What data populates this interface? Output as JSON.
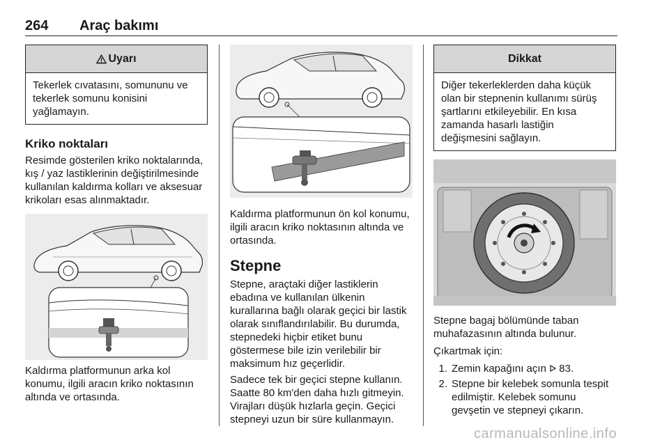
{
  "header": {
    "page_number": "264",
    "chapter": "Araç bakımı"
  },
  "warning": {
    "title": "Uyarı",
    "icon": "warning-triangle-icon",
    "text": "Tekerlek cıvatasını, somununu ve tekerlek somunu konisini yağlamayın."
  },
  "jack": {
    "heading": "Kriko noktaları",
    "intro": "Resimde gösterilen kriko noktalarında, kış / yaz lastiklerinin değiştirilmesinde kullanılan kaldırma kolları ve aksesuar krikoları esas alınmaktadır.",
    "rear_caption": "Kaldırma platformunun arka kol konumu, ilgili aracın kriko noktasının altında ve ortasında.",
    "front_caption": "Kaldırma platformunun ön kol konumu, ilgili aracın kriko noktasının altında ve ortasında."
  },
  "spare": {
    "heading": "Stepne",
    "para1": "Stepne, araçtaki diğer lastiklerin ebadına ve kullanılan ülkenin kurallarına bağlı olarak geçici bir lastik olarak sınıflandırılabilir. Bu durumda, stepnedeki hiçbir etiket bunu göstermese bile izin verilebilir bir maksimum hız geçerlidir.",
    "para2": "Sadece tek bir geçici stepne kullanın. Saatte 80 km'den daha hızlı gitmeyin. Virajları düşük hızlarla geçin. Geçici stepneyi uzun bir süre kullanmayın."
  },
  "caution": {
    "title": "Dikkat",
    "text": "Diğer tekerleklerden daha küçük olan bir stepnenin kullanımı sürüş şartlarını etkileyebilir. En kısa zamanda hasarlı lastiğin değişmesini sağlayın."
  },
  "removal": {
    "location": "Stepne bagaj bölümünde taban muhafazasının altında bulunur.",
    "howto": "Çıkartmak için:",
    "steps": [
      {
        "num": "1.",
        "text": "Zemin kapağını açın",
        "ref": "83."
      },
      {
        "num": "2.",
        "text": "Stepne bir kelebek somunla tespit edilmiştir. Kelebek somunu gevşetin ve stepneyi çıkarın."
      }
    ]
  },
  "watermark": "carmanualsonline.info",
  "colors": {
    "box_header": "#d6d6d6",
    "text": "#1a1a1a",
    "illustration_bg": "#ececec"
  }
}
